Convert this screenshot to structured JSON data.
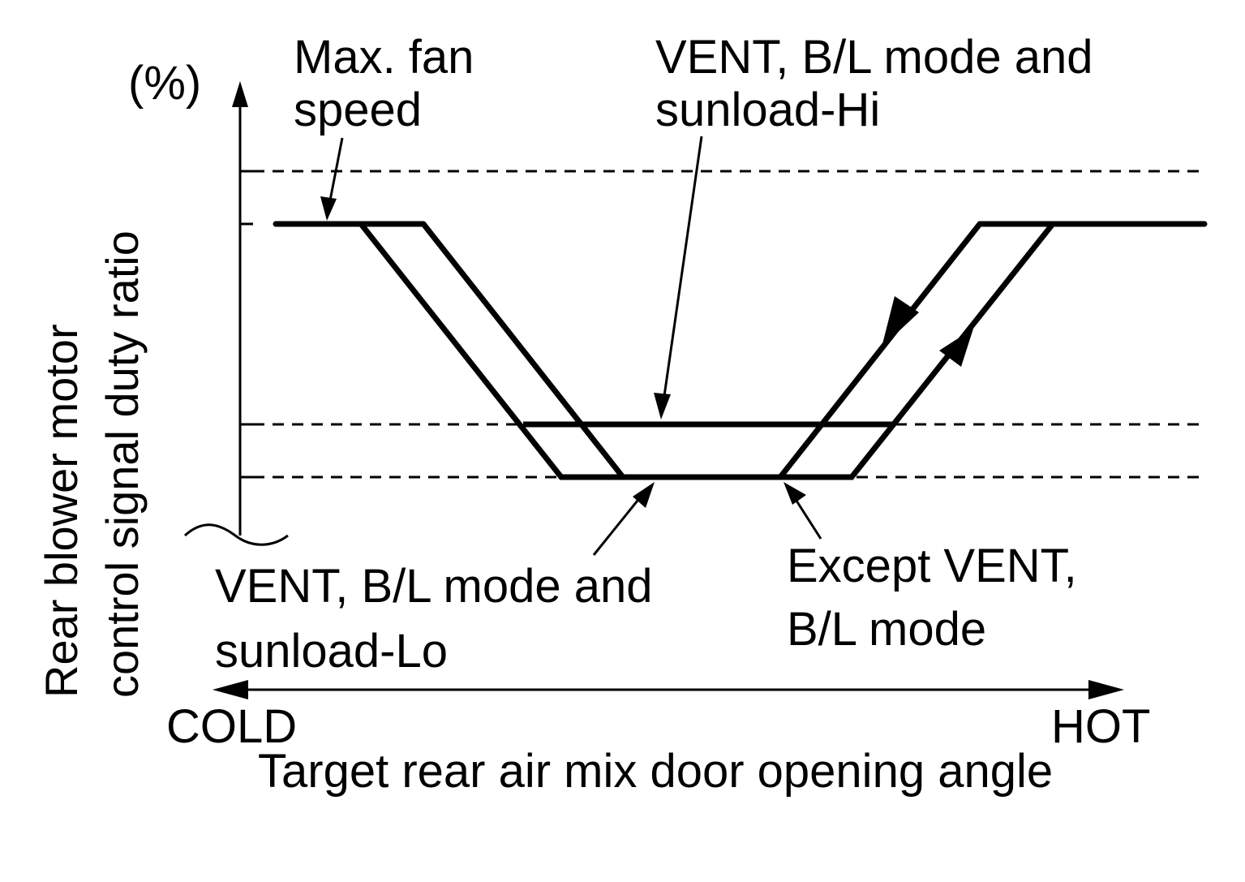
{
  "diagram": {
    "y_axis": {
      "unit": "(%)",
      "label_line1": "Rear blower motor",
      "label_line2": "control signal duty ratio"
    },
    "x_axis": {
      "left_end": "COLD",
      "right_end": "HOT",
      "label": "Target rear air mix door opening angle"
    },
    "annotations": {
      "max_fan": {
        "line1": "Max. fan",
        "line2": "speed"
      },
      "sunload_hi": {
        "line1": "VENT, B/L mode and",
        "line2": "sunload-Hi"
      },
      "sunload_lo": {
        "line1": "VENT, B/L mode and",
        "line2": "sunload-Lo"
      },
      "except_vent": {
        "line1": "Except VENT,",
        "line2": "B/L mode"
      }
    },
    "colors": {
      "line": "#000000",
      "background": "#ffffff"
    }
  }
}
